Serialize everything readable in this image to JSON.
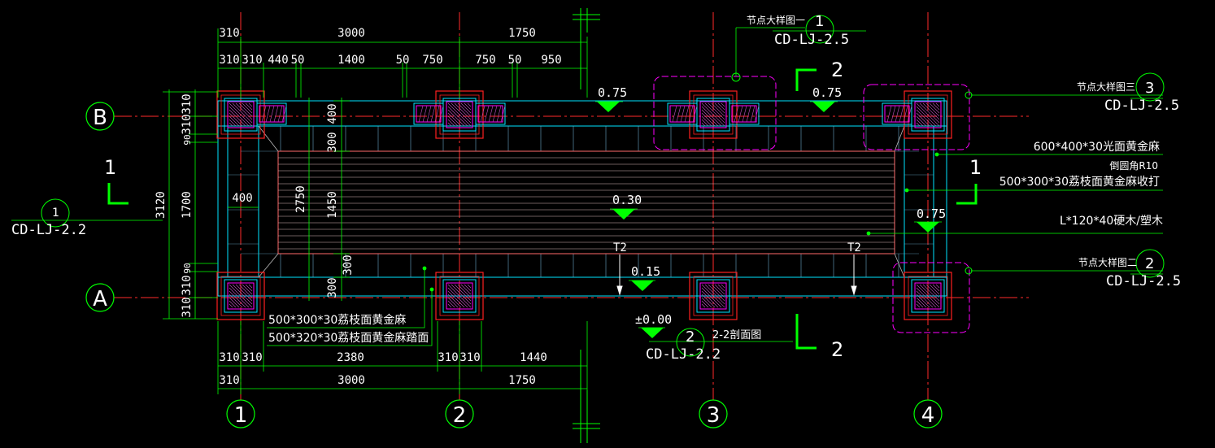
{
  "colors": {
    "background": "#000000",
    "axis": "#ff2a2a",
    "dimension": "#00ff00",
    "outline": "#00e5ff",
    "column": "#ff2020",
    "inner": "#ff00ff",
    "annotation": "#ffffff",
    "hatch": "#ff00ff",
    "floorline": "#d9b8b8",
    "marker": "#00ff00"
  },
  "axes": {
    "rows": [
      "B",
      "A"
    ],
    "columns": [
      "1",
      "2",
      "3",
      "4"
    ]
  },
  "dimensions": {
    "top_row1": [
      "310",
      "3000",
      "1750"
    ],
    "top_row2": [
      "310",
      "310",
      "440",
      "50",
      "1400",
      "50",
      "750",
      "750",
      "50",
      "950"
    ],
    "bottom_row1": [
      "310",
      "310",
      "2380",
      "310",
      "310",
      "1440"
    ],
    "bottom_row2": [
      "310",
      "3000",
      "1750"
    ],
    "left_outer": "3120",
    "left_mid": "1700",
    "left_small": [
      "310",
      "310",
      "90",
      "90",
      "310",
      "310"
    ],
    "inner_vertical": [
      "400",
      "300",
      "300",
      "300"
    ],
    "inner_span": [
      "2750",
      "1450"
    ],
    "inner_400": "400"
  },
  "elevations": {
    "top_left": "0.75",
    "top_right": "0.75",
    "right_mid": "0.75",
    "center": "0.30",
    "bottom": "0.15",
    "ground": "±0.00"
  },
  "slopes": [
    "T2",
    "T2"
  ],
  "section_marks": {
    "vertical": "1",
    "horizontal": "2",
    "section_name": "2-2剖面图"
  },
  "callouts": {
    "detail_1": {
      "label": "节点大样图一",
      "num": "1",
      "ref": "CD-LJ-2.5"
    },
    "detail_3": {
      "label": "节点大样图三",
      "num": "3",
      "ref": "CD-LJ-2.5"
    },
    "detail_2": {
      "label": "节点大样图二",
      "num": "2",
      "ref": "CD-LJ-2.5"
    },
    "left_ref": {
      "num": "1",
      "ref": "CD-LJ-2.2"
    },
    "bottom_ref": {
      "num": "2",
      "ref": "CD-LJ-2.2"
    }
  },
  "material_notes": {
    "n1": "600*400*30光面黄金麻",
    "n2": "倒圆角R10",
    "n3": "500*300*30荔枝面黄金麻收打",
    "n4": "L*120*40硬木/塑木",
    "n5": "500*300*30荔枝面黄金麻",
    "n6": "500*320*30荔枝面黄金麻踏面"
  }
}
